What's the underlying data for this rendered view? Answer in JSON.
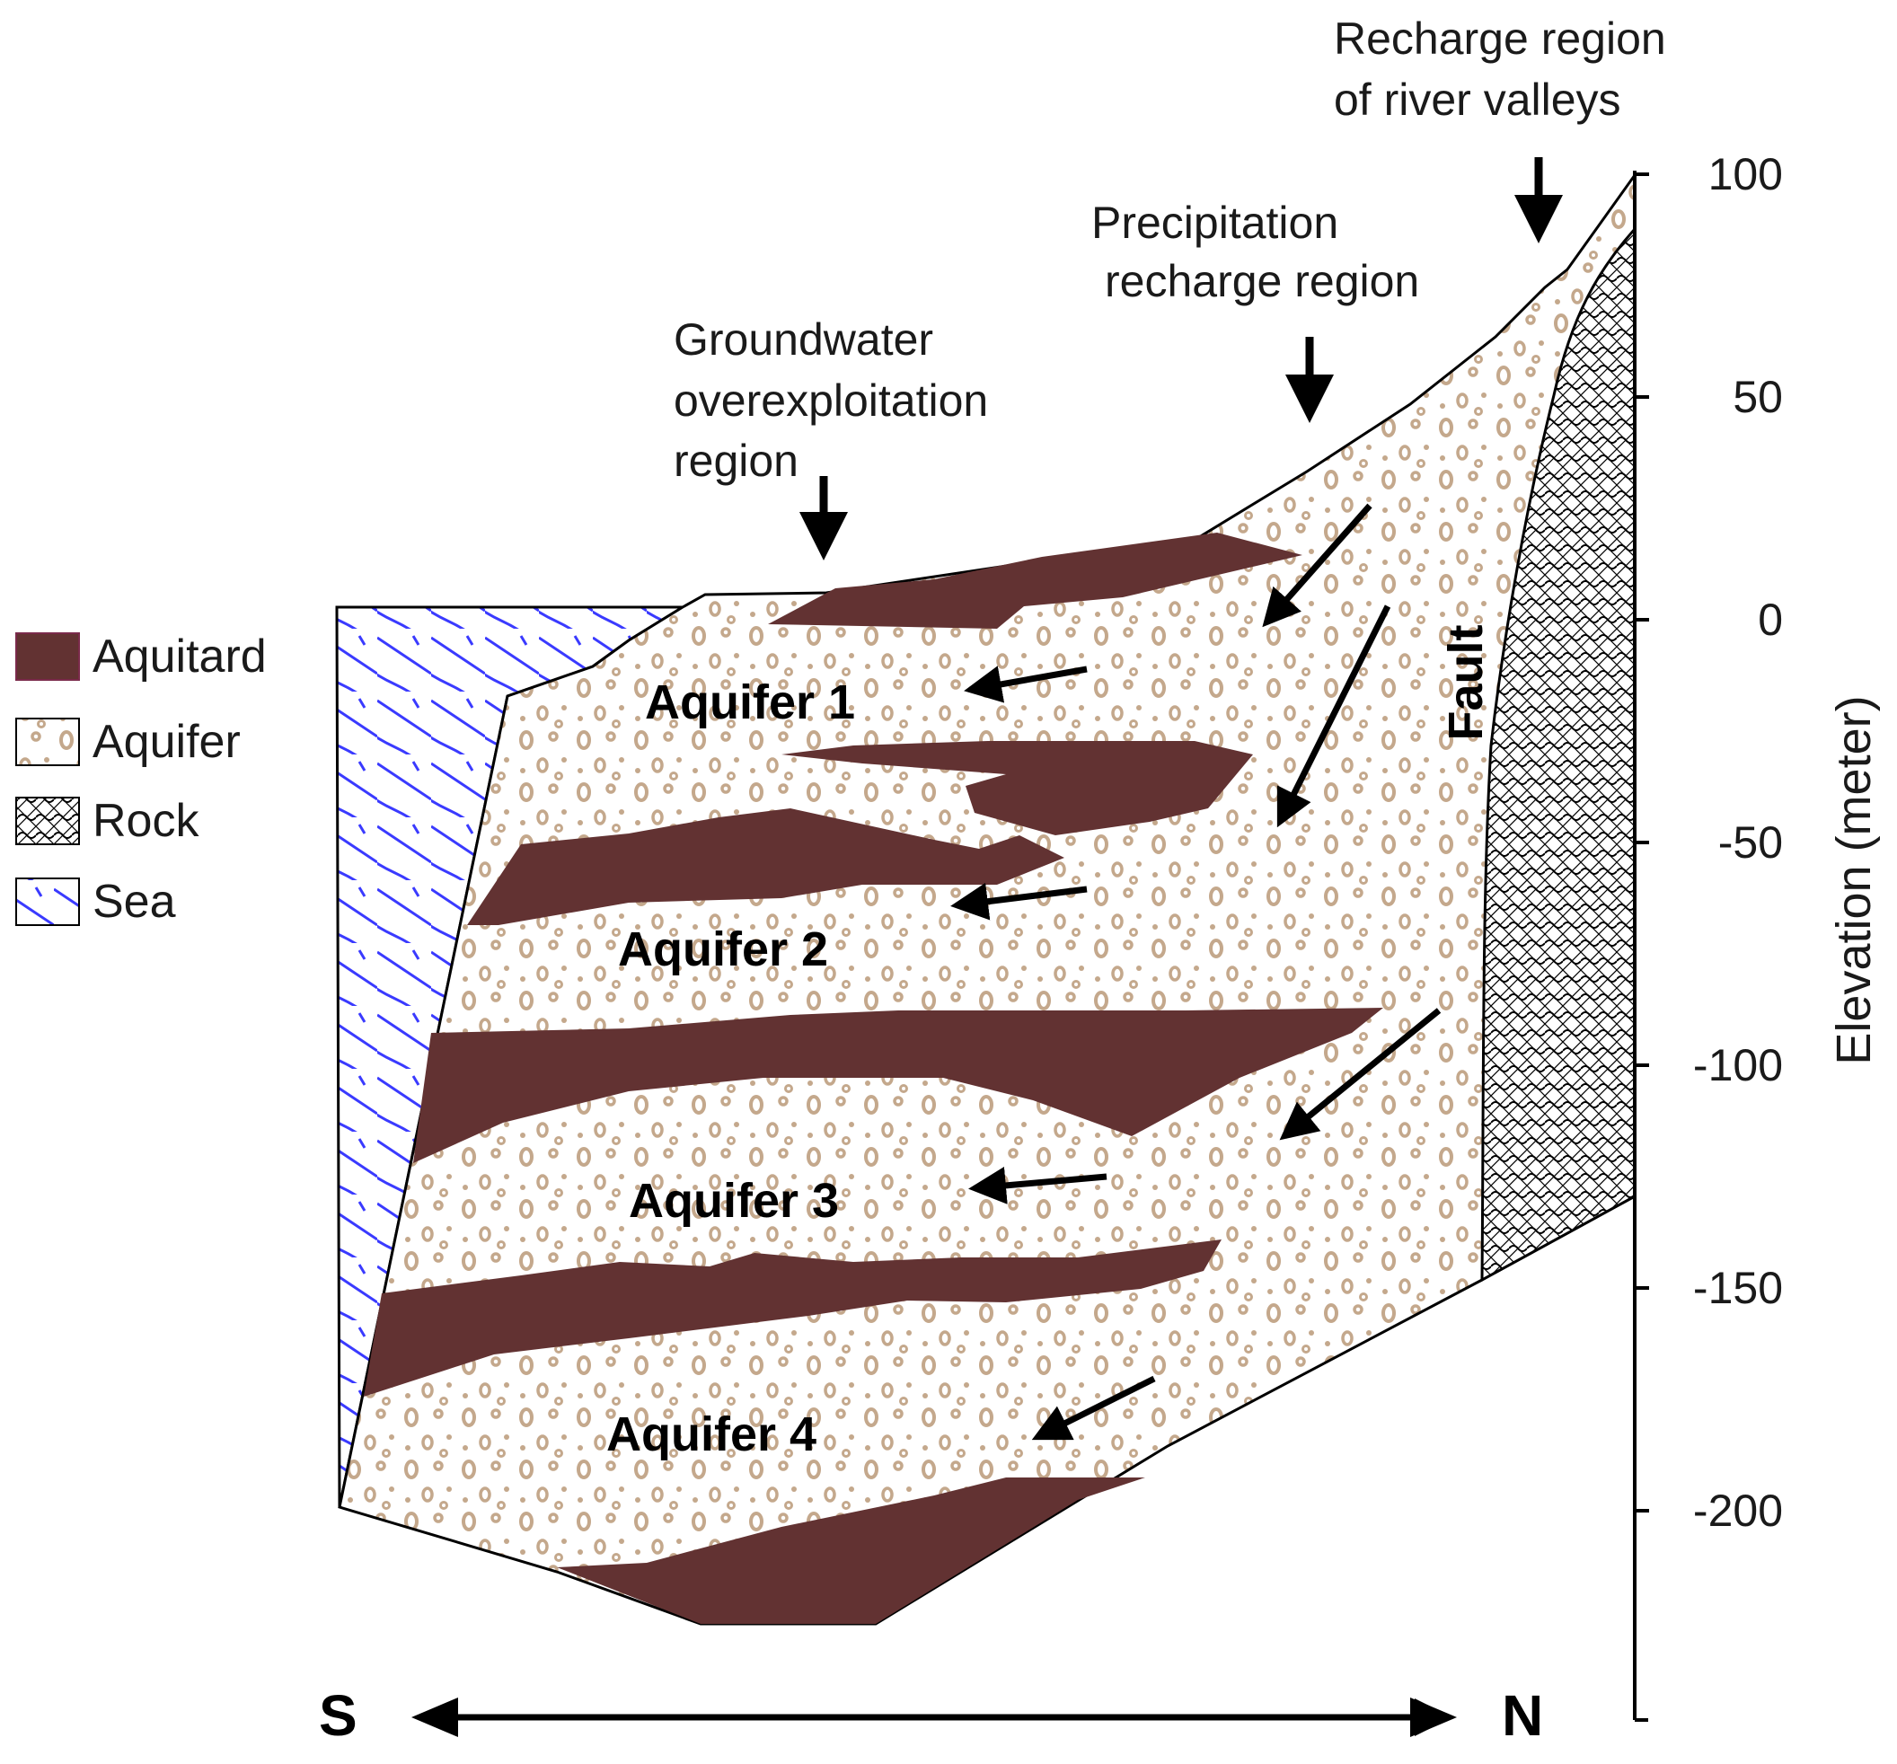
{
  "colors": {
    "aquitard": "#623232",
    "aquifer_dots": "#c4a88c",
    "sea_lines": "#3a3aff",
    "outline": "#000000"
  },
  "legend": [
    {
      "label": "Aquitard",
      "icon": "aquitard-swatch-icon"
    },
    {
      "label": "Aquifer",
      "icon": "aquifer-swatch-icon"
    },
    {
      "label": "Rock",
      "icon": "rock-swatch-icon"
    },
    {
      "label": "Sea",
      "icon": "sea-swatch-icon"
    }
  ],
  "annotations": {
    "river_valleys": [
      "Recharge region",
      "of river valleys"
    ],
    "precipitation": [
      "Precipitation",
      "recharge region"
    ],
    "overexploitation": [
      "Groundwater",
      "overexploitation",
      "region"
    ],
    "fault": "Fault"
  },
  "aquifers": [
    "Aquifer 1",
    "Aquifer 2",
    "Aquifer 3",
    "Aquifer 4"
  ],
  "axis": {
    "title": "Elevation (meter)",
    "ticks": [
      "100",
      "50",
      "0",
      "-50",
      "-100",
      "-150",
      "-200"
    ],
    "tick_values": [
      100,
      50,
      0,
      -50,
      -100,
      -150,
      -200
    ]
  },
  "direction": {
    "left": "S",
    "right": "N"
  }
}
